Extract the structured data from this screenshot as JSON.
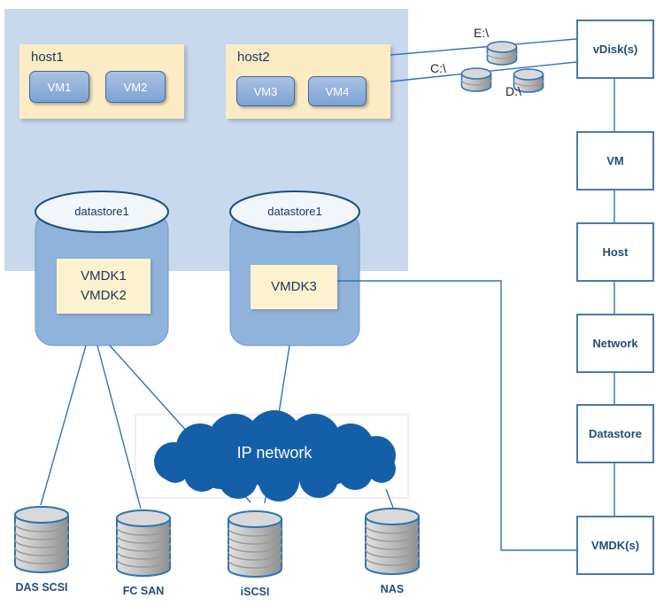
{
  "hosts": [
    {
      "label": "host1",
      "vms": [
        "VM1",
        "VM2"
      ]
    },
    {
      "label": "host2",
      "vms": [
        "VM3",
        "VM4"
      ]
    }
  ],
  "datastores": [
    {
      "label": "datastore1",
      "vmdks": [
        "VMDK1",
        "VMDK2"
      ]
    },
    {
      "label": "datastore1",
      "vmdks": [
        "VMDK3"
      ]
    }
  ],
  "drives": [
    "E:\\",
    "C:\\",
    "D:\\"
  ],
  "stack": [
    "vDisk(s)",
    "VM",
    "Host",
    "Network",
    "Datastore",
    "VMDK(s)"
  ],
  "cloud": {
    "label": "IP network"
  },
  "storage": [
    "DAS SCSI",
    "FC SAN",
    "iSCSI",
    "NAS"
  ],
  "colors": {
    "accent_line": "#2e75b6",
    "panel": "#c8d9ee",
    "host_fill": "#fcecc5",
    "vm_fill": "#7da3d3",
    "cylinder_fill": "#8fb3da",
    "vmdk_fill": "#fdf2cf",
    "cloud_fill": "#155fa8",
    "text_dark": "#17375e"
  }
}
